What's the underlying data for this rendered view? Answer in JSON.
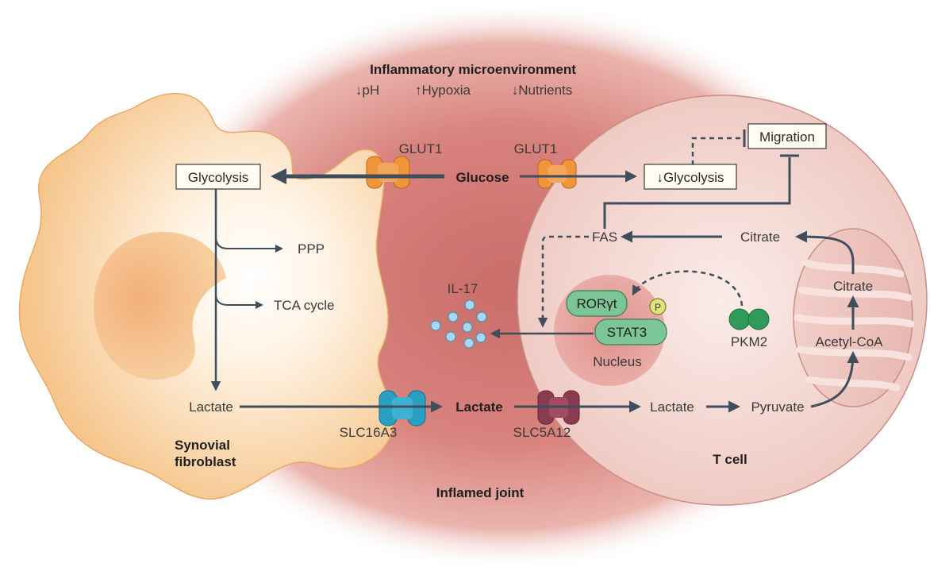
{
  "header": {
    "title": "Inflammatory microenvironment",
    "condition_ph": "↓pH",
    "condition_hypoxia": "↑Hypoxia",
    "condition_nutrients": "↓Nutrients"
  },
  "fibroblast": {
    "glycolysis": "Glycolysis",
    "ppp": "PPP",
    "tca": "TCA cycle",
    "lactate": "Lactate",
    "name_line1": "Synovial",
    "name_line2": "fibroblast"
  },
  "transporters": {
    "glut1_left": "GLUT1",
    "glut1_right": "GLUT1",
    "slc16a3": "SLC16A3",
    "slc5a12": "SLC5A12"
  },
  "extracellular": {
    "glucose": "Glucose",
    "lactate": "Lactate",
    "il17": "IL-17",
    "region": "Inflamed joint"
  },
  "tcell": {
    "migration": "Migration",
    "glycolysis_down": "↓Glycolysis",
    "fas": "FAS",
    "citrate": "Citrate",
    "ror": "RORγt",
    "stat3": "STAT3",
    "p": "P",
    "nucleus": "Nucleus",
    "pkm2": "PKM2",
    "lactate": "Lactate",
    "pyruvate": "Pyruvate",
    "mito_citrate": "Citrate",
    "acetyl": "Acetyl-CoA",
    "name": "T cell"
  },
  "colors": {
    "arrow": "#3f4e5c",
    "microenvironment": "#d9837e",
    "fibroblast": "#fde3c2",
    "tcell": "#f3d5cf",
    "glut1": "#f0953a",
    "slc16a3": "#2a9fc4",
    "slc5a12": "#8b3b50",
    "nucleus": "#e5a39d",
    "tf_green": "#7bc596",
    "pkm2_green": "#2f9a5a",
    "il17_blue": "#a7d8ee"
  }
}
